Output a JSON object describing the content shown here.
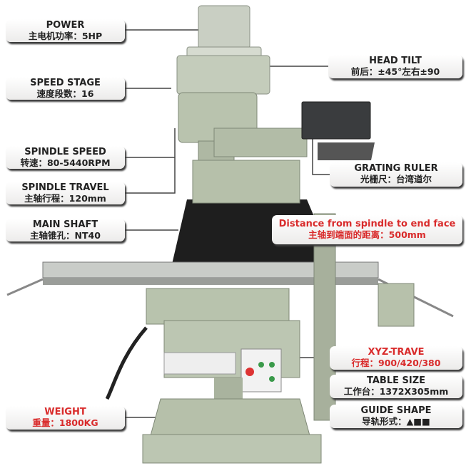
{
  "labels": {
    "power": {
      "title": "POWER",
      "value": "主电机功率：5HP"
    },
    "speed_stage": {
      "title": "SPEED STAGE",
      "value": "速度段数：16"
    },
    "spindle_speed": {
      "title": "SPINDLE SPEED",
      "value": "转速：80-5440RPM"
    },
    "spindle_travel": {
      "title": "SPINDLE TRAVEL",
      "value": "主轴行程：120mm"
    },
    "main_shaft": {
      "title": "MAIN SHAFT",
      "value": "主轴锥孔：NT40"
    },
    "head_tilt": {
      "title": "HEAD TILT",
      "value": "前后：±45°左右±90"
    },
    "grating_ruler": {
      "title": "GRATING RULER",
      "value": "光栅尺：台湾道尔"
    },
    "distance": {
      "title": "Distance from spindle to end face",
      "value": "主轴到端面的距离：500mm"
    },
    "xyz_travel": {
      "title": "XYZ-TRAVE",
      "value": "行程：900/420/380"
    },
    "table_size": {
      "title": "TABLE SIZE",
      "value": "工作台：1372X305mm"
    },
    "guide_shape": {
      "title": "GUIDE SHAPE",
      "value": "导轨形式：▲■■"
    },
    "weight": {
      "title": "WEIGHT",
      "value": "重量：1800KG"
    }
  },
  "colors": {
    "highlight": "#d92b2b",
    "machine_body": "#b8c3ad",
    "text": "#222222"
  }
}
